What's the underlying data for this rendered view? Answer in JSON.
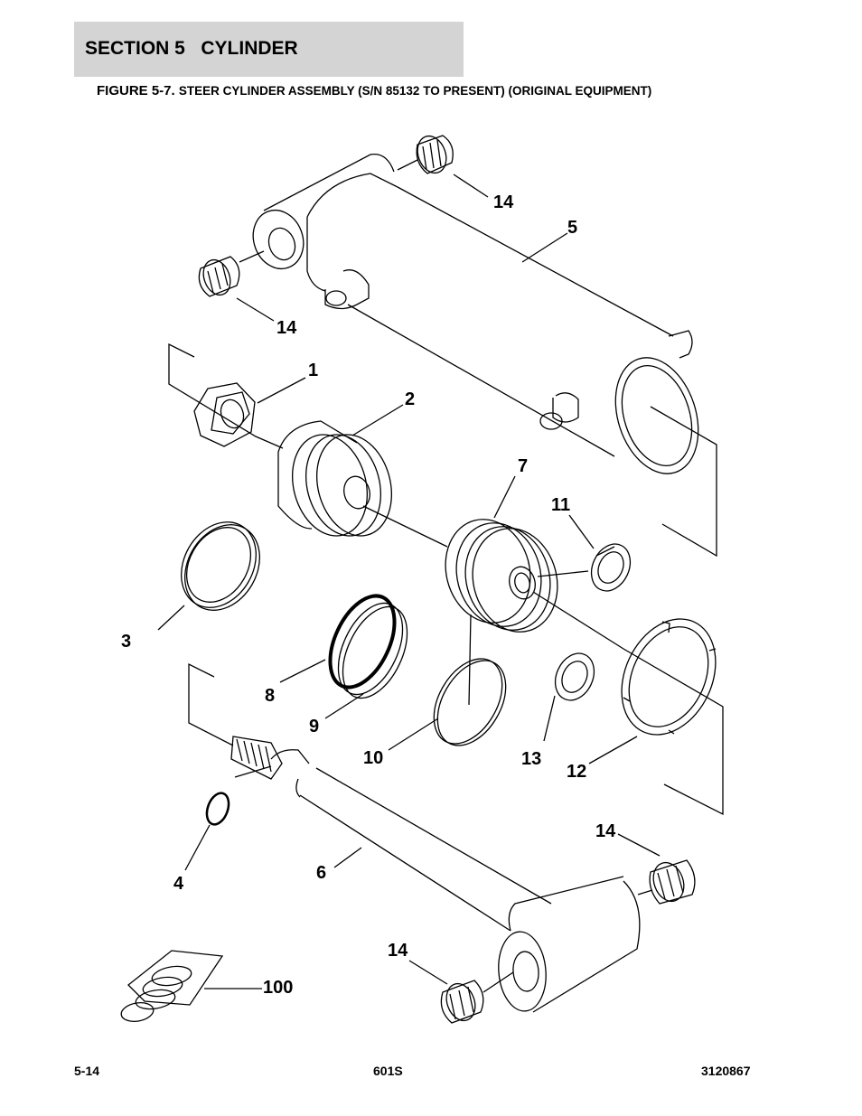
{
  "header": {
    "section_title": "SECTION 5   CYLINDER",
    "figure_prefix": "FIGURE 5-7. ",
    "figure_title": "STEER CYLINDER ASSEMBLY (S/N 85132 TO PRESENT) (ORIGINAL EQUIPMENT)"
  },
  "callouts": {
    "c14a": "14",
    "c5": "5",
    "c14b": "14",
    "c1": "1",
    "c2": "2",
    "c7": "7",
    "c11": "11",
    "c3": "3",
    "c8": "8",
    "c9": "9",
    "c10": "10",
    "c13": "13",
    "c12": "12",
    "c14c": "14",
    "c4": "4",
    "c6": "6",
    "c14d": "14",
    "c100": "100"
  },
  "footer": {
    "page_number": "5-14",
    "model": "601S",
    "manual_number": "3120867"
  }
}
